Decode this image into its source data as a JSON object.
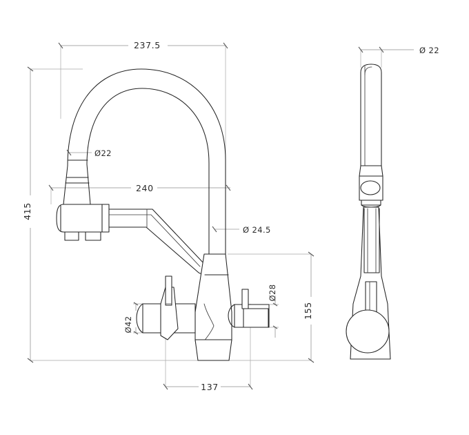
{
  "document": {
    "type": "technical-drawing",
    "subject": "Kitchen mixer tap with pull-out spray",
    "units": "mm",
    "background_color": "#ffffff",
    "line_color": "#222222",
    "dimension_color": "#8e8e8e"
  },
  "views": [
    {
      "id": "front-view",
      "name": "Front elevation",
      "label": "front-elevation-view"
    },
    {
      "id": "side-view",
      "name": "Side elevation",
      "label": "side-elevation-view"
    }
  ],
  "dimensions": {
    "overall_width": {
      "value": "237.5",
      "orientation": "horizontal",
      "position": "top",
      "view": "front-view"
    },
    "overall_height": {
      "value": "415",
      "orientation": "vertical",
      "position": "left",
      "view": "front-view"
    },
    "spout_reach": {
      "value": "240",
      "orientation": "horizontal",
      "position": "middle",
      "view": "front-view"
    },
    "handle_spread": {
      "value": "137",
      "orientation": "horizontal",
      "position": "bottom",
      "view": "front-view"
    },
    "body_height": {
      "value": "155",
      "orientation": "vertical",
      "position": "right",
      "view": "front-view"
    },
    "hose_diameter": {
      "value": "Ø22",
      "orientation": "horizontal",
      "position": "upper-left",
      "view": "front-view"
    },
    "column_diameter": {
      "value": "Ø 24.5",
      "orientation": "horizontal",
      "position": "mid-right",
      "view": "front-view"
    },
    "right_handle_diameter": {
      "value": "Ø28",
      "orientation": "vertical",
      "position": "lower-right",
      "view": "front-view"
    },
    "left_handle_diameter": {
      "value": "Ø42",
      "orientation": "vertical",
      "position": "lower-left",
      "view": "front-view"
    },
    "side_spout_diameter": {
      "value": "Ø 22",
      "orientation": "horizontal",
      "position": "top",
      "view": "side-view"
    }
  }
}
